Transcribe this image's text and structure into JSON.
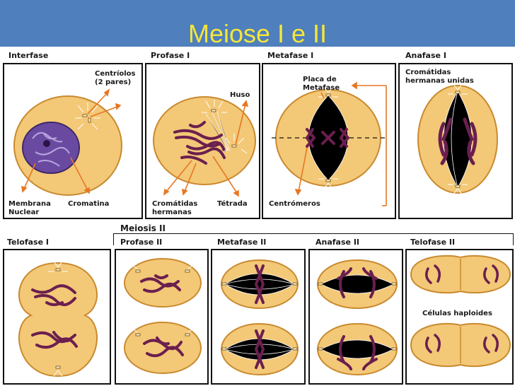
{
  "title": "Meiose  I e II",
  "meiosis2_label": "Meiosis II",
  "phases": {
    "interfase": "Interfase",
    "profase1": "Profase I",
    "metafase1": "Metafase I",
    "anafase1": "Anafase I",
    "telofase1": "Telofase  I",
    "profase2": "Profase II",
    "metafase2": "Metafase II",
    "anafase2": "Anafase II",
    "telofase2": "Telofase II"
  },
  "annotations": {
    "centriolos_1": "Centríolos",
    "centriolos_2": "(2 pares)",
    "membrana_1": "Membrana",
    "membrana_2": "Nuclear",
    "cromatina": "Cromatina",
    "huso": "Huso",
    "cromatidas_1": "Cromátidas",
    "cromatidas_2": "hermanas",
    "tetrada": "Tétrada",
    "placa_1": "Placa de",
    "placa_2": "Metafase",
    "centromeros": "Centrómeros",
    "unidas_1": "Cromátidas",
    "unidas_2": "hermanas unidas",
    "haploides": "Células haploides"
  },
  "colors": {
    "title_bar": "#4f7fbc",
    "title_text": "#f5e63a",
    "cell_fill": "#f3c877",
    "cell_edge": "#c98a2f",
    "chromosome": "#6b1f4e",
    "nucleus": "#6a4aa0",
    "arrow": "#e87722"
  }
}
